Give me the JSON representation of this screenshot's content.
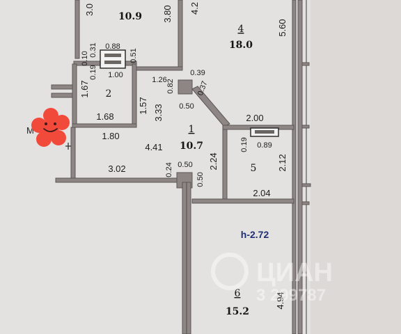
{
  "rooms": [
    {
      "id": "3",
      "number": "",
      "area": "10.9"
    },
    {
      "id": "4",
      "number": "4",
      "area": "18.0"
    },
    {
      "id": "2",
      "number": "2",
      "area": ""
    },
    {
      "id": "1",
      "number": "1",
      "area": "10.7"
    },
    {
      "id": "5",
      "number": "5",
      "area": ""
    },
    {
      "id": "6",
      "number": "6",
      "area": "15.2"
    }
  ],
  "dimensions": {
    "d_3_0": "3.0",
    "d_3_80": "3.80",
    "d_4_2": "4.2",
    "d_5_60": "5.60",
    "d_0_88": "0.88",
    "d_0_31": "0.31",
    "d_0_10": "0.10",
    "d_0_51": "0.51",
    "d_0_19a": "0.19",
    "d_1_00": "1.00",
    "d_1_67": "1.67",
    "d_1_68": "1.68",
    "d_1_26": "1.26",
    "d_0_82": "0.82",
    "d_1_57": "1.57",
    "d_3_33": "3.33",
    "d_0_39": "0.39",
    "d_0_37": "0.37",
    "d_0_50a": "0.50",
    "d_2_00": "2.00",
    "d_0_19b": "0.19",
    "d_0_89": "0.89",
    "d_1_80": "1.80",
    "d_4_41": "4.41",
    "d_2_24": "2.24",
    "d_2_12": "2.12",
    "d_3_02": "3.02",
    "d_0_24": "0.24",
    "d_0_50b": "0.50",
    "d_0_50c": "0.50",
    "d_2_04": "2.04",
    "d_4_94": "4.94"
  },
  "ceiling_height": "h-2.72",
  "corner_label": "M",
  "watermark": {
    "brand": "ЦИАН",
    "id_text": "3 299787"
  },
  "colors": {
    "wall": "#8d8684",
    "background": "#e4e2e0",
    "height_label": "#1e2f78",
    "sticker": "#f24a3a"
  }
}
